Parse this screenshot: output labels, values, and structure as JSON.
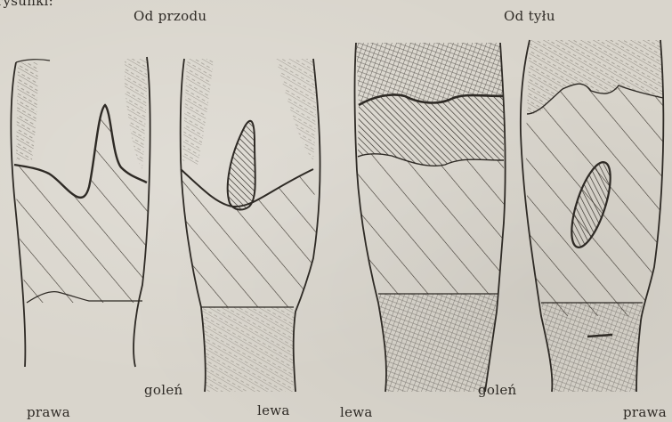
{
  "caption": {
    "cut_off_text": "rysunki:",
    "front_heading": "Od przodu",
    "back_heading": "Od tyłu"
  },
  "labels": {
    "golen_left": "goleń",
    "golen_right": "goleń",
    "prawa_first": "prawa",
    "lewa_first": "lewa",
    "lewa_second": "lewa",
    "prawa_second": "prawa"
  },
  "style": {
    "ink": "#2e2a25",
    "paper": "#d9d5cc"
  }
}
